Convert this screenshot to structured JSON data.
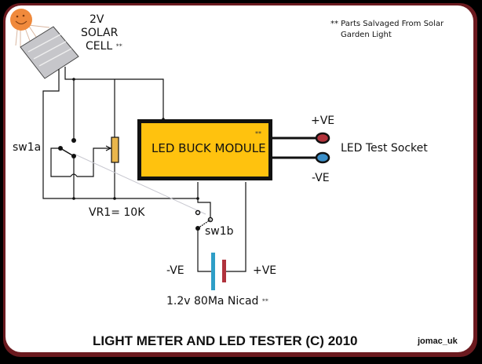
{
  "diagram": {
    "title": "LIGHT METER AND LED TESTER (C) 2010",
    "author": "jomac_uk",
    "note_line1": "** Parts Salvaged From Solar",
    "note_line2": "Garden Light",
    "solar_cell": {
      "line1": "2V",
      "line2": "SOLAR",
      "line3": "CELL",
      "mark": "**"
    },
    "buck_module": {
      "label": "LED BUCK MODULE",
      "mark": "**",
      "fill": "#ffc20e"
    },
    "switch_a": "sw1a",
    "switch_b": "sw1b",
    "potentiometer": "VR1= 10K",
    "led_socket": {
      "label": "LED Test Socket",
      "positive": "+VE",
      "negative": "-VE",
      "positive_color": "#b2323a",
      "negative_color": "#3b8fc9"
    },
    "battery": {
      "label": "1.2v 80Ma Nicad",
      "mark": "**",
      "negative": "-VE",
      "positive": "+VE",
      "negative_color": "#2e9ec7",
      "positive_color": "#b0323c"
    },
    "colors": {
      "border": "#6b1a1f",
      "background": "#ffffff",
      "sun": "#f08a3c",
      "panel": "#c8c8cc"
    }
  }
}
